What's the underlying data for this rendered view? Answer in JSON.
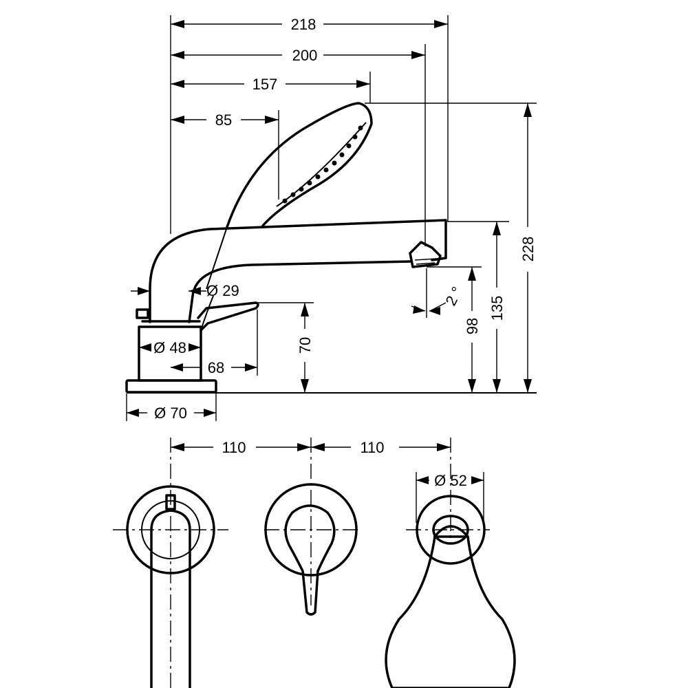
{
  "dimensions": {
    "w218": "218",
    "w200": "200",
    "w157": "157",
    "w85": "85",
    "h228": "228",
    "h135": "135",
    "h98": "98",
    "h70": "70",
    "d29": "Ø 29",
    "d48": "Ø 48",
    "w68": "68",
    "d70": "Ø 70",
    "angle2": "2 °",
    "s110a": "110",
    "s110b": "110",
    "d52": "Ø 52"
  },
  "colors": {
    "line": "#000000",
    "background": "#ffffff"
  }
}
